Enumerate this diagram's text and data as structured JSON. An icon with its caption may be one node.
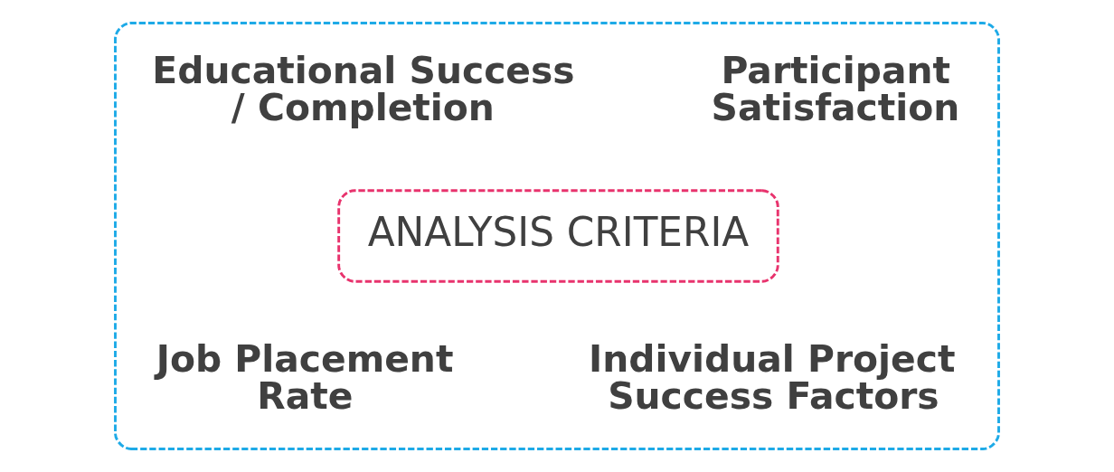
{
  "diagram": {
    "nodes": [
      {
        "text": [],
        "shape": "box"
      },
      {
        "text": [
          "ANALYSIS CRITERIA"
        ],
        "in": 0
      }
    ],
    "edges": [],
    "labels": [
      "Participant Satisfaction",
      "Educational Success / Completion",
      "Job Placement Rate",
      "Individual Project Success Factors"
    ]
  }
}
